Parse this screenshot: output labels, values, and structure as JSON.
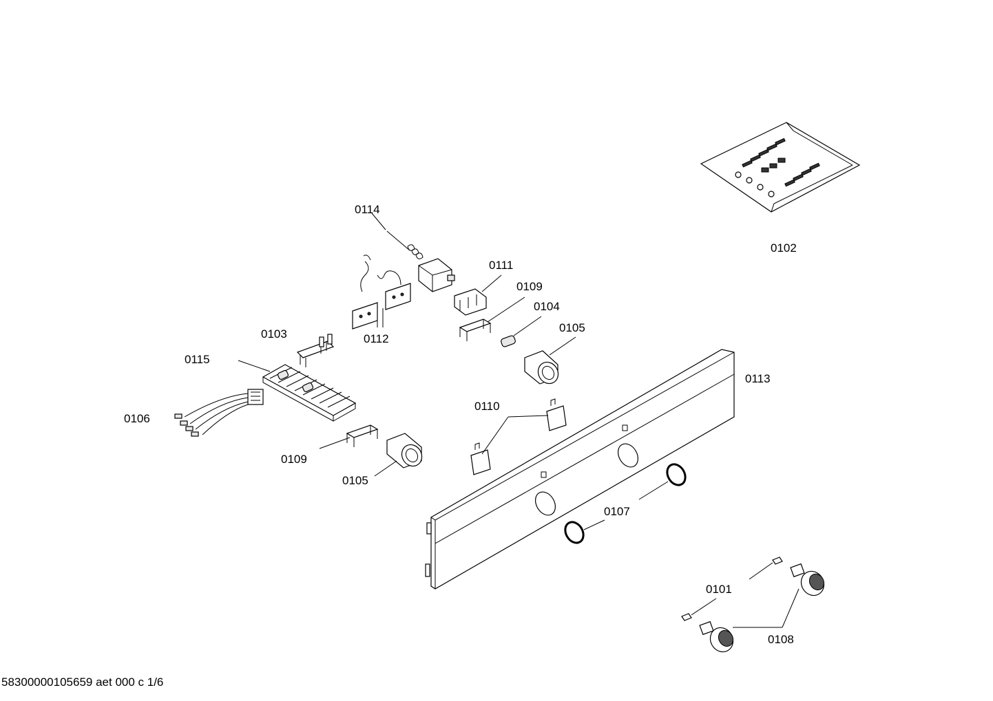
{
  "labels": {
    "p0114": "0114",
    "p0111": "0111",
    "p0109a": "0109",
    "p0104": "0104",
    "p0105a": "0105",
    "p0112": "0112",
    "p0103": "0103",
    "p0115": "0115",
    "p0106": "0106",
    "p0109b": "0109",
    "p0105b": "0105",
    "p0110": "0110",
    "p0113": "0113",
    "p0107": "0107",
    "p0101": "0101",
    "p0108": "0108",
    "p0102": "0102"
  },
  "footer": "58300000105659 aet 000 c 1/6"
}
